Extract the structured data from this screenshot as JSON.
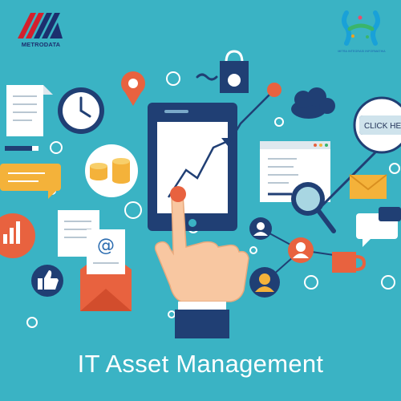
{
  "logos": {
    "left_text": "METRODATA",
    "right_text": "MITRA INTEGRASI INFORMATIKA"
  },
  "callout": {
    "label": "CLICK HE"
  },
  "email": {
    "symbol": "@"
  },
  "title": "IT Asset Management",
  "icons": [
    "metrodata-logo",
    "mitra-logo",
    "document-icon",
    "clock-icon",
    "location-pin-icon",
    "shopping-bag-icon",
    "cloud-icon",
    "smartphone-icon",
    "growth-chart-icon",
    "pointing-hand-icon",
    "coins-icon",
    "browser-window-icon",
    "magnifier-icon",
    "email-envelope-icon",
    "bar-chart-icon",
    "like-icon",
    "user-icon",
    "chat-bubble-icon",
    "coffee-cup-icon",
    "pen-icon",
    "sticky-note-icon"
  ],
  "colors": {
    "background": "#3ab3c4",
    "navy": "#203f74",
    "orange": "#e8623f",
    "coin": "#f4b23a",
    "white": "#ffffff"
  }
}
